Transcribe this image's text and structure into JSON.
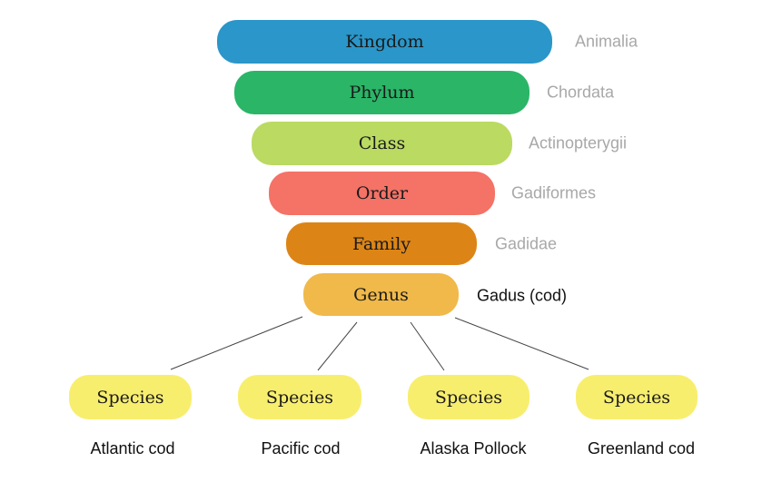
{
  "ranks": [
    {
      "rank": "Kingdom",
      "value": "Animalia",
      "color": "#2a96c9"
    },
    {
      "rank": "Phylum",
      "value": "Chordata",
      "color": "#2bb567"
    },
    {
      "rank": "Class",
      "value": "Actinopterygii",
      "color": "#bada62"
    },
    {
      "rank": "Order",
      "value": "Gadiformes",
      "color": "#f47266"
    },
    {
      "rank": "Family",
      "value": "Gadidae",
      "color": "#dc8516"
    },
    {
      "rank": "Genus",
      "value": "Gadus (cod)",
      "color": "#f0b94a"
    }
  ],
  "species": [
    {
      "label": "Species",
      "name": "Atlantic cod"
    },
    {
      "label": "Species",
      "name": "Pacific cod"
    },
    {
      "label": "Species",
      "name": "Alaska Pollock"
    },
    {
      "label": "Species",
      "name": "Greenland cod"
    }
  ],
  "species_color": "#f8ee6e"
}
